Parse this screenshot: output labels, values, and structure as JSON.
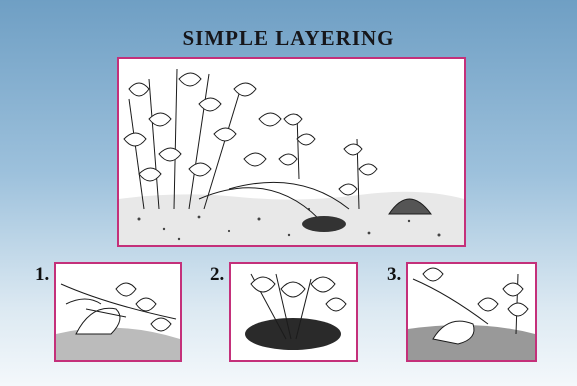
{
  "title": "SIMPLE LAYERING",
  "steps": [
    {
      "number": "1."
    },
    {
      "number": "2."
    },
    {
      "number": "3."
    }
  ]
}
